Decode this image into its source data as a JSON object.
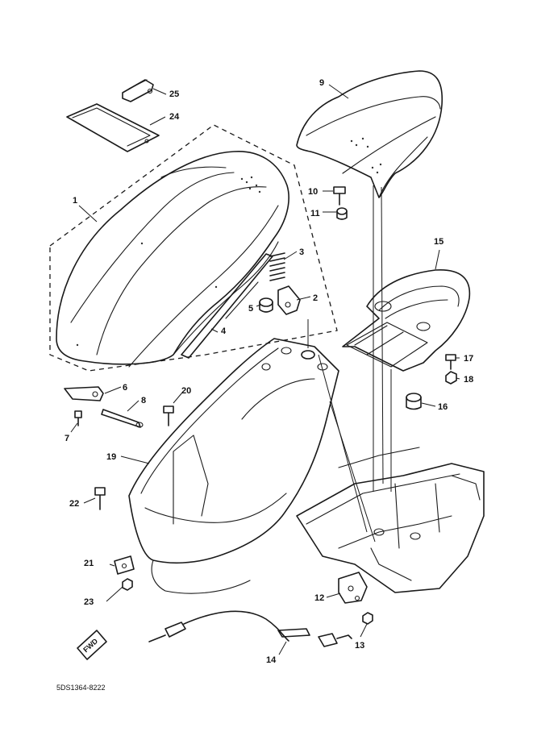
{
  "callouts": {
    "p1": "1",
    "p2": "2",
    "p3": "3",
    "p4": "4",
    "p5": "5",
    "p6": "6",
    "p7": "7",
    "p8": "8",
    "p9": "9",
    "p10": "10",
    "p11": "11",
    "p12": "12",
    "p13": "13",
    "p14": "14",
    "p15": "15",
    "p16": "16",
    "p17": "17",
    "p18": "18",
    "p19": "19",
    "p20": "20",
    "p21": "21",
    "p22": "22",
    "p23": "23",
    "p24": "24",
    "p25": "25"
  },
  "direction_badge": "FWD",
  "diagram_code": "5DS1364-8222"
}
